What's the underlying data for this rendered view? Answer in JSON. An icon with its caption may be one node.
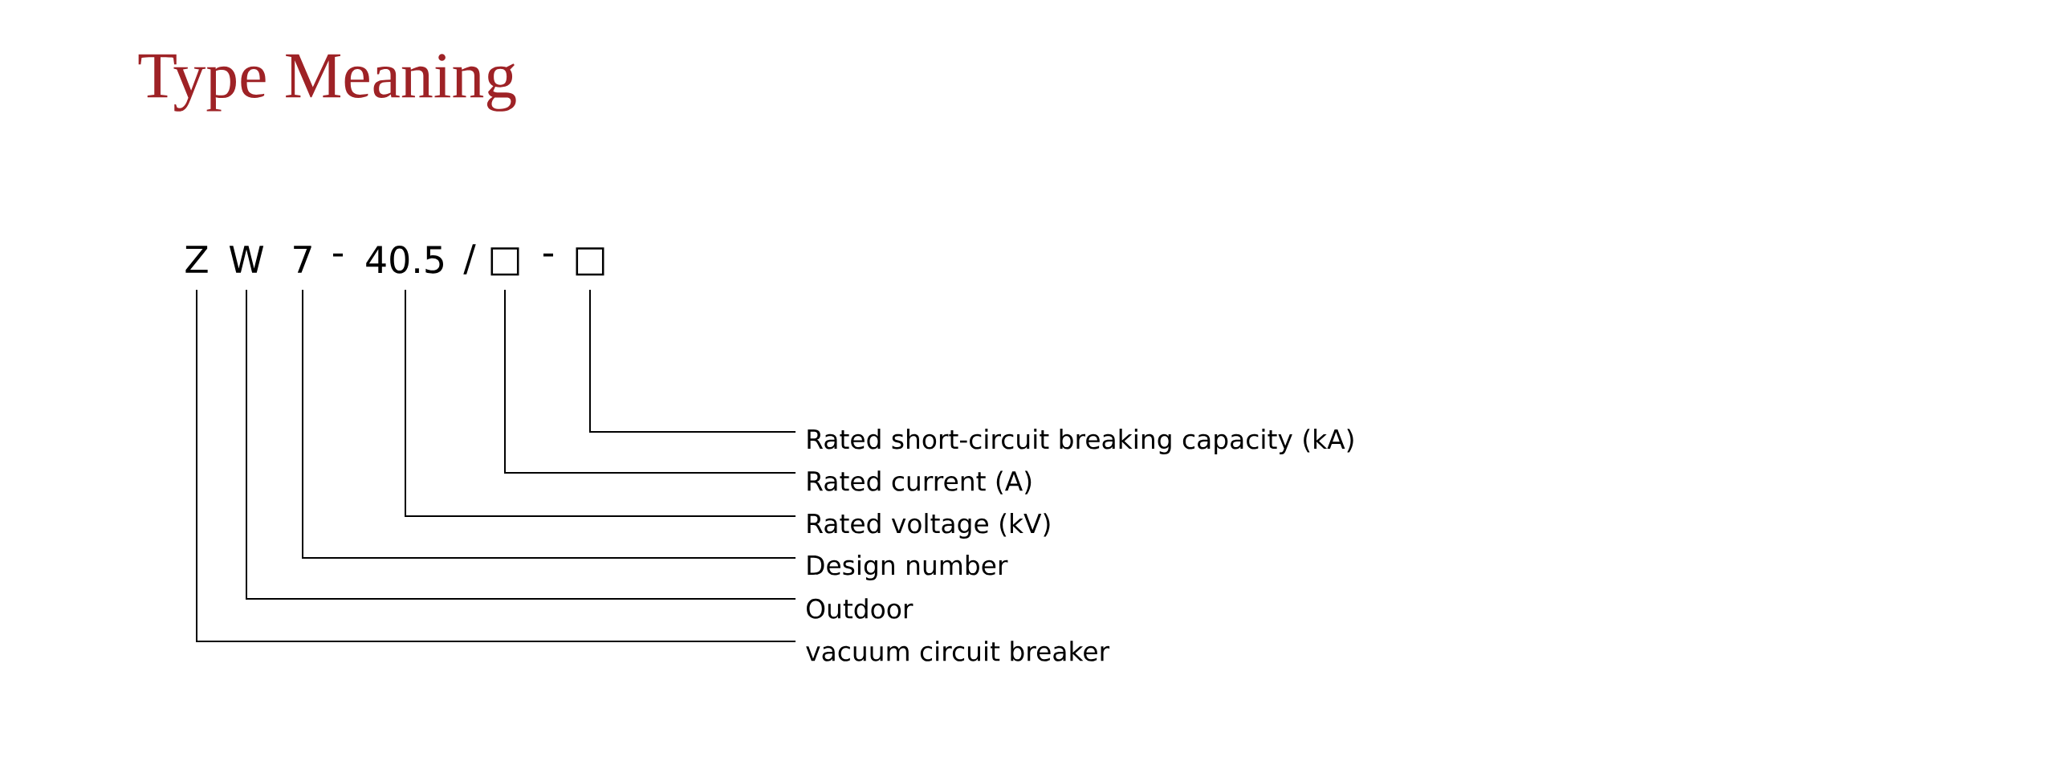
{
  "diagram": {
    "title": "Type Meaning",
    "nodes": [
      {
        "text": [
          "Z"
        ]
      },
      {
        "text": [
          "W"
        ]
      },
      {
        "text": [
          "7"
        ]
      },
      {
        "text": [
          "40.5"
        ]
      },
      {
        "text": [
          "□"
        ]
      },
      {
        "text": [
          "□"
        ]
      },
      {
        "text": [
          "Rated short-circuit breaking capacity (kA)"
        ]
      },
      {
        "text": [
          "Rated current (A)"
        ]
      },
      {
        "text": [
          "Rated voltage (kV)"
        ]
      },
      {
        "text": [
          "Design number"
        ]
      },
      {
        "text": [
          "Outdoor"
        ]
      },
      {
        "text": [
          "vacuum circuit breaker"
        ]
      }
    ],
    "edges": [
      {
        "from": 5,
        "to": 6,
        "arrow": "none"
      },
      {
        "from": 4,
        "to": 7,
        "arrow": "none"
      },
      {
        "from": 3,
        "to": 8,
        "arrow": "none"
      },
      {
        "from": 2,
        "to": 9,
        "arrow": "none"
      },
      {
        "from": 1,
        "to": 10,
        "arrow": "none"
      },
      {
        "from": 0,
        "to": 11,
        "arrow": "none"
      }
    ],
    "labels": [
      "-",
      "/",
      "-"
    ]
  }
}
